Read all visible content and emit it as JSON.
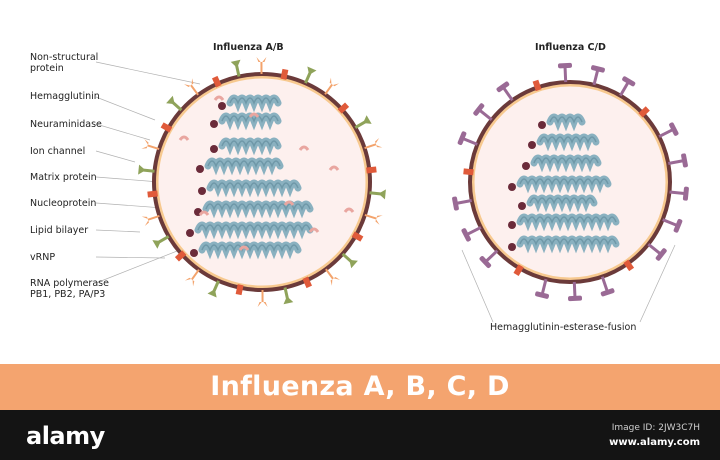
{
  "titles": {
    "ab": "Influenza A/B",
    "cd": "Influenza C/D"
  },
  "labels": [
    "Non-structural\nprotein",
    "Hemagglutinin",
    "Neuraminidase",
    "Ion channel",
    "Matrix protein",
    "Nucleoprotein",
    "Lipid bilayer",
    "vRNP",
    "RNA polymerase\nPB1, PB2, PA/P3"
  ],
  "hef_label": "Hemagglutinin-esterase-fusion",
  "banner": "Influenza A, B, C, D",
  "watermark": {
    "logo": "alamy",
    "image_id": "Image ID: 2JW3C7H",
    "site": "www.alamy.com"
  },
  "colors": {
    "lipid": "#6b3a3a",
    "fill": "#fdf0ee",
    "rim": "#f7c98f",
    "hemagglutinin": "#8fa35a",
    "neuraminidase": "#f3a36c",
    "ion_channel": "#e05a3a",
    "rnp": "#8ab1c0",
    "rnp_dark": "#6f98a8",
    "polymerase": "#6b2b3a",
    "hef": "#9a6a95",
    "banner": "#f4a46f"
  }
}
